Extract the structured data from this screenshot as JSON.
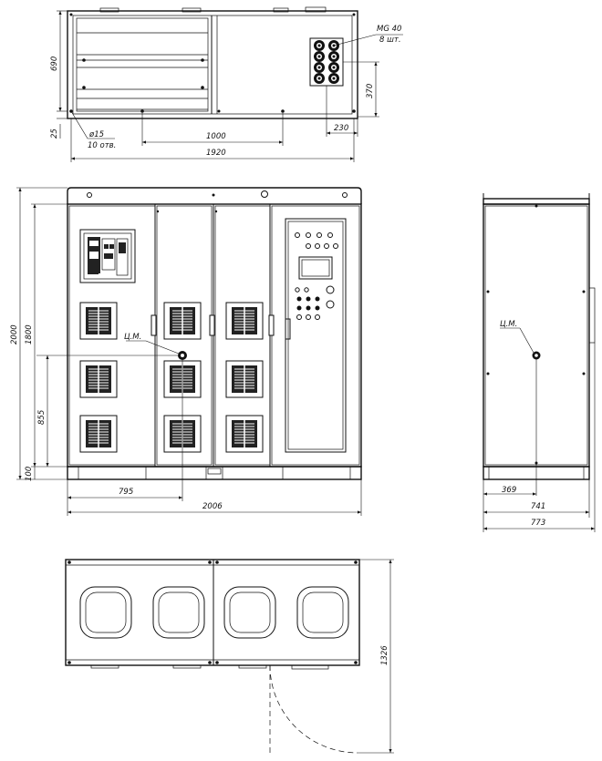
{
  "top_view": {
    "gland_label": "MG 40",
    "gland_count": "8 шт.",
    "hole_label": "ø15",
    "hole_count": "10 отв.",
    "dims": {
      "depth": "690",
      "base": "25",
      "center": "1000",
      "width": "1920",
      "gland_height": "370",
      "gland_offset": "230"
    }
  },
  "front_view": {
    "cm_label": "Ц.М.",
    "dims": {
      "total_height": "2000",
      "body_height": "1800",
      "cm_height": "855",
      "plinth": "100",
      "cm_offset": "795",
      "width": "2006"
    }
  },
  "side_view": {
    "cm_label": "Ц.М.",
    "dims": {
      "cm_offset": "369",
      "depth": "741",
      "depth_total": "773"
    }
  },
  "bottom_view": {
    "dims": {
      "door_swing": "1326"
    }
  }
}
